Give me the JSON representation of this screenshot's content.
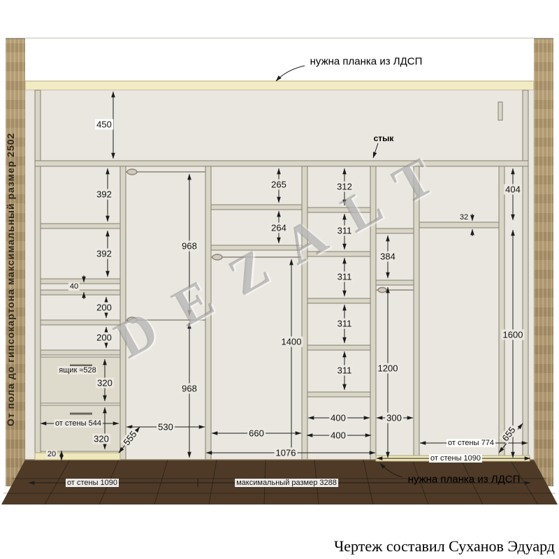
{
  "credit": "Чертеж составил Суханов Эдуард",
  "watermark": "DEZALT",
  "wall_label": "От пола до гипсокартона максимальный размер 2502",
  "notes": {
    "top_plank": "нужна планка из ЛДСП",
    "bottom_plank": "нужна планка из ЛДСП",
    "joint": "стык"
  },
  "dims": {
    "v450": "450",
    "v392a": "392",
    "v392b": "392",
    "v40": "40",
    "v200a": "200",
    "v200b": "200",
    "drawer": "ящик ≈528",
    "v320a": "320",
    "wall544": "от стены 544",
    "v320b": "320",
    "v20": "20",
    "d555": "555",
    "w530": "530",
    "v968a": "968",
    "v968b": "968",
    "v265": "265",
    "v264": "264",
    "v1400": "1400",
    "w660": "660",
    "w1076": "1076",
    "v312": "312",
    "v311a": "311",
    "v311b": "311",
    "v311c": "311",
    "v311d": "311",
    "w400a": "400",
    "w400b": "400",
    "w300": "300",
    "v384": "384",
    "v1200": "1200",
    "v404": "404",
    "v32": "32",
    "v1600": "1600",
    "d655": "655",
    "wall774": "от стены 774",
    "wall1090r": "от стены 1090",
    "wall1090b": "от стены 1090",
    "max3288": "максимальный размер 3288"
  }
}
